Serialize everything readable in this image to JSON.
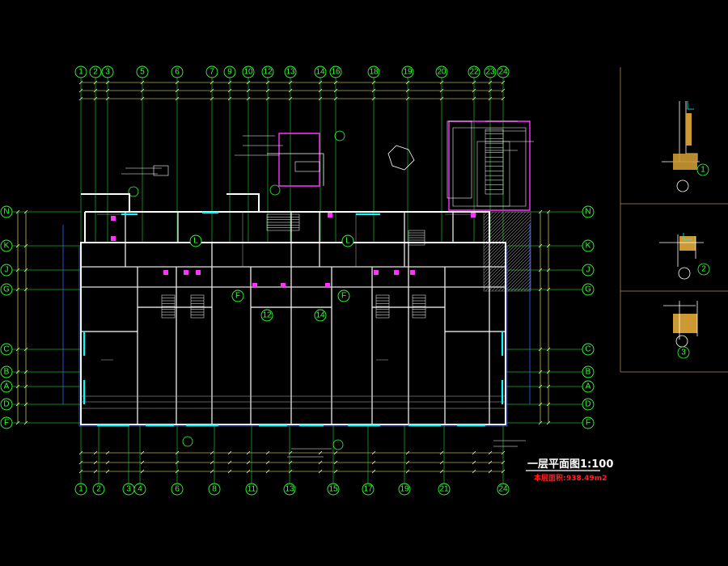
{
  "drawing": {
    "title": "一层平面图1:100",
    "area_label": "本层面积:",
    "area_value": "938.49m2"
  },
  "axes": {
    "top": [
      "1",
      "2",
      "3",
      "5",
      "6",
      "7",
      "9",
      "10",
      "12",
      "13",
      "14",
      "16",
      "18",
      "19",
      "20",
      "22",
      "23",
      "24"
    ],
    "bottom": [
      "1",
      "2",
      "3",
      "4",
      "6",
      "8",
      "11",
      "13",
      "15",
      "17",
      "19",
      "21",
      "24"
    ],
    "left_rows": [
      "N",
      "K",
      "J",
      "G",
      "C",
      "B",
      "A",
      "D",
      "F"
    ],
    "right_rows": [
      "N",
      "K",
      "J",
      "G",
      "C",
      "B",
      "A",
      "D",
      "F"
    ],
    "interior": [
      "L",
      "L",
      "F",
      "F",
      "12",
      "14"
    ]
  },
  "details": [
    {
      "label": "1"
    },
    {
      "label": "2"
    },
    {
      "label": "3"
    }
  ],
  "colors": {
    "background": "#000000",
    "axis": "#33ff33",
    "wall": "#ffffff",
    "window": "#00ffff",
    "stair": "#ff33ff",
    "dimension": "#ffff00",
    "panel_border": "#8a6a3a",
    "hatch": "#888888",
    "title": "#ffffff",
    "area": "#ff2222"
  }
}
